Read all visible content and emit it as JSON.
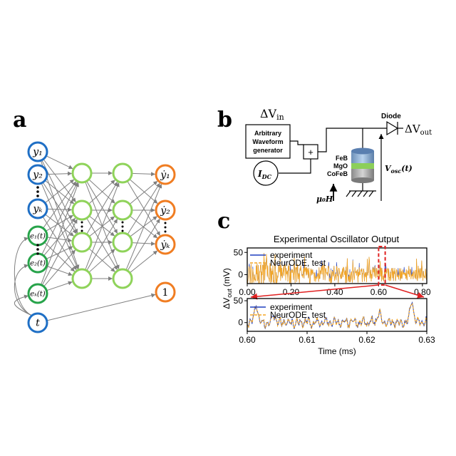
{
  "panels": {
    "a": "a",
    "b": "b",
    "c": "c"
  },
  "network": {
    "inputs": [
      "y₁",
      "y₂",
      "yₖ",
      "e₁(t)",
      "e₂(t)",
      "eₖ(t)",
      "t"
    ],
    "outputs": [
      "ẏ₁",
      "ẏ₂",
      "ẏₖ",
      "1"
    ],
    "colors": {
      "blue": "#1f6fc5",
      "green": "#27a34a",
      "lightgreen": "#8fd35a",
      "orange": "#f07d22",
      "arrow": "#7f7f7f"
    }
  },
  "circuit": {
    "delta_v_in": "ΔV",
    "delta_v_in_sub": "in",
    "awg": [
      "Arbitrary",
      "Waveform",
      "generator"
    ],
    "plus": "+",
    "idc": "I",
    "idc_sub": "DC",
    "layers": [
      "FeB",
      "MgO",
      "CoFeB"
    ],
    "field": "μ₀H",
    "vosc": "V",
    "vosc_sub": "osc",
    "vosc_arg": "(t)",
    "diode": "Diode",
    "delta_v_out": "ΔV",
    "delta_v_out_sub": "out"
  },
  "chart_data": [
    {
      "type": "line",
      "title": "Experimental Oscillator Output",
      "xlim": [
        0.0,
        0.82
      ],
      "ylim": [
        -20,
        60
      ],
      "xticks": [
        "0.00",
        "0.20",
        "0.40",
        "0.60",
        "0.80"
      ],
      "yticks": [
        "50",
        "0"
      ],
      "ylabel": "ΔV",
      "ylabel_sub": "out",
      "ylabel_unit": "(mV)",
      "legend_placement": "top-left",
      "highlight_window": [
        0.6,
        0.63
      ],
      "series": [
        {
          "name": "experiment",
          "color": "#1f3fbf",
          "style": "solid"
        },
        {
          "name": "NeurODE, test",
          "color": "#f5a623",
          "style": "dashed"
        }
      ]
    },
    {
      "type": "line",
      "xlim": [
        0.6,
        0.63
      ],
      "ylim": [
        -20,
        55
      ],
      "xticks": [
        "0.60",
        "0.61",
        "0.62",
        "0.63"
      ],
      "yticks": [
        "50",
        "0"
      ],
      "xlabel": "Time (ms)",
      "legend_placement": "top-left",
      "series": [
        {
          "name": "experiment",
          "color": "#1f3fbf",
          "style": "solid"
        },
        {
          "name": "NeurODE, test",
          "color": "#f5a623",
          "style": "dashed"
        }
      ]
    }
  ]
}
